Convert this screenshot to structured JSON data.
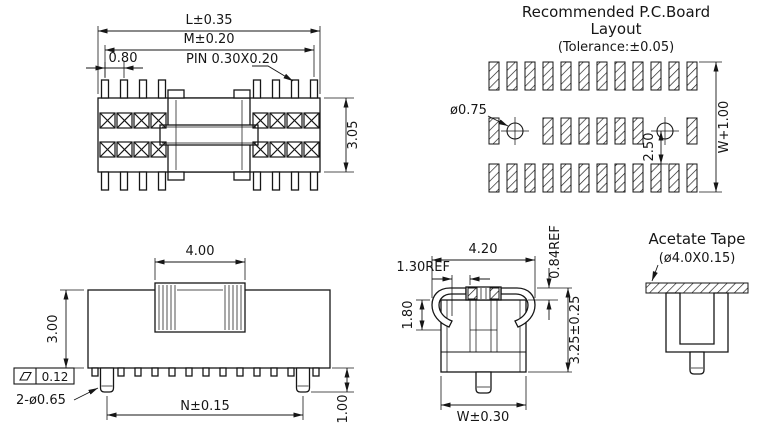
{
  "top_view": {
    "dim_length": "L±0.35",
    "dim_width_inner": "M±0.20",
    "dim_pitch": "0.80",
    "pin_note": "PIN 0.30X0.20",
    "dim_height": "3.05"
  },
  "pcb_layout": {
    "title_line1": "Recommended P.C.Board",
    "title_line2": "Layout",
    "title_line3": "(Tolerance:±0.05)",
    "hole_diameter": "ø0.75",
    "dim_row_spacing": "2.50",
    "dim_overall_width": "W+1.00"
  },
  "side_view": {
    "dim_center_width": "4.00",
    "dim_body_height": "3.00",
    "flatness_tolerance": "0.12",
    "peg_note": "2-ø0.65",
    "dim_peg_span": "N±0.15",
    "dim_peg_height": "1.00"
  },
  "front_view": {
    "dim_overall_width": "4.20",
    "dim_ref_horizontal": "1.30REF",
    "dim_ref_vertical": "0.84REF",
    "dim_clip": "1.80",
    "dim_overall_height": "3.25±0.25",
    "dim_body_width": "W±0.30"
  },
  "tape_view": {
    "label": "Acetate Tape",
    "size_note": "(ø4.0X0.15)"
  }
}
